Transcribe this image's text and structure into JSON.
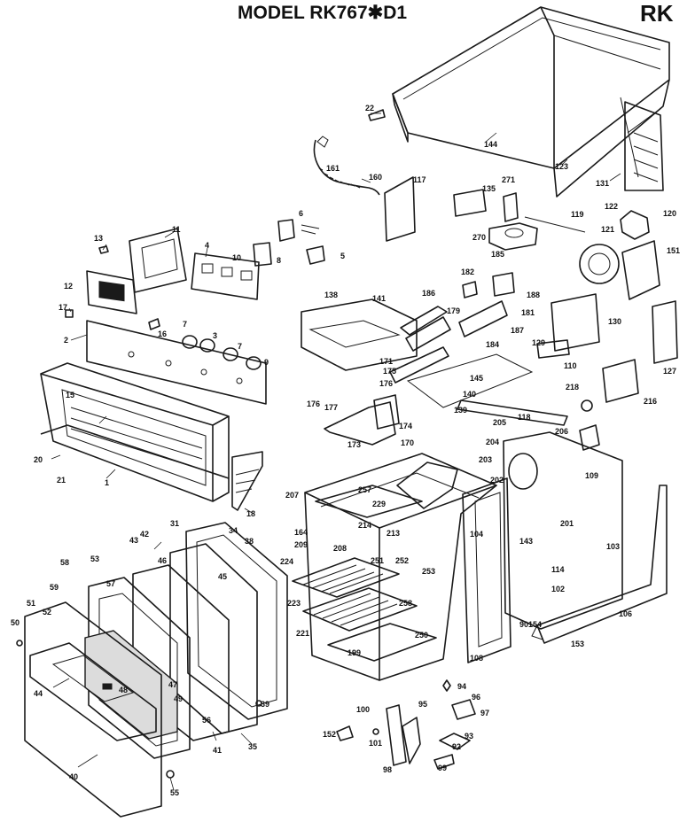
{
  "header": {
    "title": "MODEL RK767✱D1",
    "section_code": "RK"
  },
  "parts": [
    {
      "id": "p22",
      "label": "22"
    },
    {
      "id": "p144",
      "label": "144"
    },
    {
      "id": "p123",
      "label": "123"
    },
    {
      "id": "p161",
      "label": "161"
    },
    {
      "id": "p160",
      "label": "160"
    },
    {
      "id": "p117",
      "label": "117"
    },
    {
      "id": "p135",
      "label": "135"
    },
    {
      "id": "p271",
      "label": "271"
    },
    {
      "id": "p270",
      "label": "270"
    },
    {
      "id": "p119",
      "label": "119"
    },
    {
      "id": "p122",
      "label": "122"
    },
    {
      "id": "p120",
      "label": "120"
    },
    {
      "id": "p121",
      "label": "121"
    },
    {
      "id": "p131",
      "label": "131"
    },
    {
      "id": "p151",
      "label": "151"
    },
    {
      "id": "p13",
      "label": "13"
    },
    {
      "id": "p11",
      "label": "11"
    },
    {
      "id": "p4",
      "label": "4"
    },
    {
      "id": "p6",
      "label": "6"
    },
    {
      "id": "p10",
      "label": "10"
    },
    {
      "id": "p8",
      "label": "8"
    },
    {
      "id": "p5",
      "label": "5"
    },
    {
      "id": "p12",
      "label": "12"
    },
    {
      "id": "p17",
      "label": "17"
    },
    {
      "id": "p16",
      "label": "16"
    },
    {
      "id": "p2",
      "label": "2"
    },
    {
      "id": "p7a",
      "label": "7"
    },
    {
      "id": "p3",
      "label": "3"
    },
    {
      "id": "p7b",
      "label": "7"
    },
    {
      "id": "p9",
      "label": "9"
    },
    {
      "id": "p138",
      "label": "138"
    },
    {
      "id": "p141",
      "label": "141"
    },
    {
      "id": "p186",
      "label": "186"
    },
    {
      "id": "p179",
      "label": "179"
    },
    {
      "id": "p182",
      "label": "182"
    },
    {
      "id": "p185",
      "label": "185"
    },
    {
      "id": "p188",
      "label": "188"
    },
    {
      "id": "p181",
      "label": "181"
    },
    {
      "id": "p187",
      "label": "187"
    },
    {
      "id": "p184",
      "label": "184"
    },
    {
      "id": "p130",
      "label": "130"
    },
    {
      "id": "p127",
      "label": "127"
    },
    {
      "id": "p129",
      "label": "129"
    },
    {
      "id": "p175",
      "label": "175"
    },
    {
      "id": "p171",
      "label": "171"
    },
    {
      "id": "p176b",
      "label": "176"
    },
    {
      "id": "p145",
      "label": "145"
    },
    {
      "id": "p140",
      "label": "140"
    },
    {
      "id": "p139",
      "label": "139"
    },
    {
      "id": "p110",
      "label": "110"
    },
    {
      "id": "p218",
      "label": "218"
    },
    {
      "id": "p216",
      "label": "216"
    },
    {
      "id": "p15",
      "label": "15"
    },
    {
      "id": "p176",
      "label": "176"
    },
    {
      "id": "p177",
      "label": "177"
    },
    {
      "id": "p174",
      "label": "174"
    },
    {
      "id": "p173",
      "label": "173"
    },
    {
      "id": "p170",
      "label": "170"
    },
    {
      "id": "p205",
      "label": "205"
    },
    {
      "id": "p118",
      "label": "118"
    },
    {
      "id": "p206",
      "label": "206"
    },
    {
      "id": "p204",
      "label": "204"
    },
    {
      "id": "p203",
      "label": "203"
    },
    {
      "id": "p202",
      "label": "202"
    },
    {
      "id": "p109",
      "label": "109"
    },
    {
      "id": "p20",
      "label": "20"
    },
    {
      "id": "p21",
      "label": "21"
    },
    {
      "id": "p1",
      "label": "1"
    },
    {
      "id": "p18",
      "label": "18"
    },
    {
      "id": "p207",
      "label": "207"
    },
    {
      "id": "p257",
      "label": "257"
    },
    {
      "id": "p229",
      "label": "229"
    },
    {
      "id": "p201",
      "label": "201"
    },
    {
      "id": "p104",
      "label": "104"
    },
    {
      "id": "p143",
      "label": "143"
    },
    {
      "id": "p164",
      "label": "164"
    },
    {
      "id": "p214",
      "label": "214"
    },
    {
      "id": "p213",
      "label": "213"
    },
    {
      "id": "p208",
      "label": "208"
    },
    {
      "id": "p209",
      "label": "209"
    },
    {
      "id": "p224",
      "label": "224"
    },
    {
      "id": "p251",
      "label": "251"
    },
    {
      "id": "p252",
      "label": "252"
    },
    {
      "id": "p253",
      "label": "253"
    },
    {
      "id": "p114",
      "label": "114"
    },
    {
      "id": "p103",
      "label": "103"
    },
    {
      "id": "p102",
      "label": "102"
    },
    {
      "id": "p223",
      "label": "223"
    },
    {
      "id": "p258",
      "label": "258"
    },
    {
      "id": "p106",
      "label": "106"
    },
    {
      "id": "p221",
      "label": "221"
    },
    {
      "id": "p250",
      "label": "250"
    },
    {
      "id": "p90",
      "label": "90"
    },
    {
      "id": "p153",
      "label": "153"
    },
    {
      "id": "p199",
      "label": "199"
    },
    {
      "id": "p108",
      "label": "108"
    },
    {
      "id": "p31",
      "label": "31"
    },
    {
      "id": "p34",
      "label": "34"
    },
    {
      "id": "p43",
      "label": "43"
    },
    {
      "id": "p42",
      "label": "42"
    },
    {
      "id": "p38",
      "label": "38"
    },
    {
      "id": "p46",
      "label": "46"
    },
    {
      "id": "p58",
      "label": "58"
    },
    {
      "id": "p53",
      "label": "53"
    },
    {
      "id": "p45",
      "label": "45"
    },
    {
      "id": "p59",
      "label": "59"
    },
    {
      "id": "p57",
      "label": "57"
    },
    {
      "id": "p51",
      "label": "51"
    },
    {
      "id": "p52",
      "label": "52"
    },
    {
      "id": "p50",
      "label": "50"
    },
    {
      "id": "p44",
      "label": "44"
    },
    {
      "id": "p48",
      "label": "48"
    },
    {
      "id": "p47",
      "label": "47"
    },
    {
      "id": "p56",
      "label": "56"
    },
    {
      "id": "p49",
      "label": "49"
    },
    {
      "id": "p39",
      "label": "39"
    },
    {
      "id": "p41",
      "label": "41"
    },
    {
      "id": "p35a",
      "label": "35"
    },
    {
      "id": "p40",
      "label": "40"
    },
    {
      "id": "p55",
      "label": "55"
    },
    {
      "id": "p94",
      "label": "94"
    },
    {
      "id": "p96",
      "label": "96"
    },
    {
      "id": "p95",
      "label": "95"
    },
    {
      "id": "p97",
      "label": "97"
    },
    {
      "id": "p100",
      "label": "100"
    },
    {
      "id": "p93",
      "label": "93"
    },
    {
      "id": "p92",
      "label": "92"
    },
    {
      "id": "p152",
      "label": "152"
    },
    {
      "id": "p101",
      "label": "101"
    },
    {
      "id": "p98",
      "label": "98"
    },
    {
      "id": "p99",
      "label": "99"
    },
    {
      "id": "p154",
      "label": "154"
    }
  ]
}
